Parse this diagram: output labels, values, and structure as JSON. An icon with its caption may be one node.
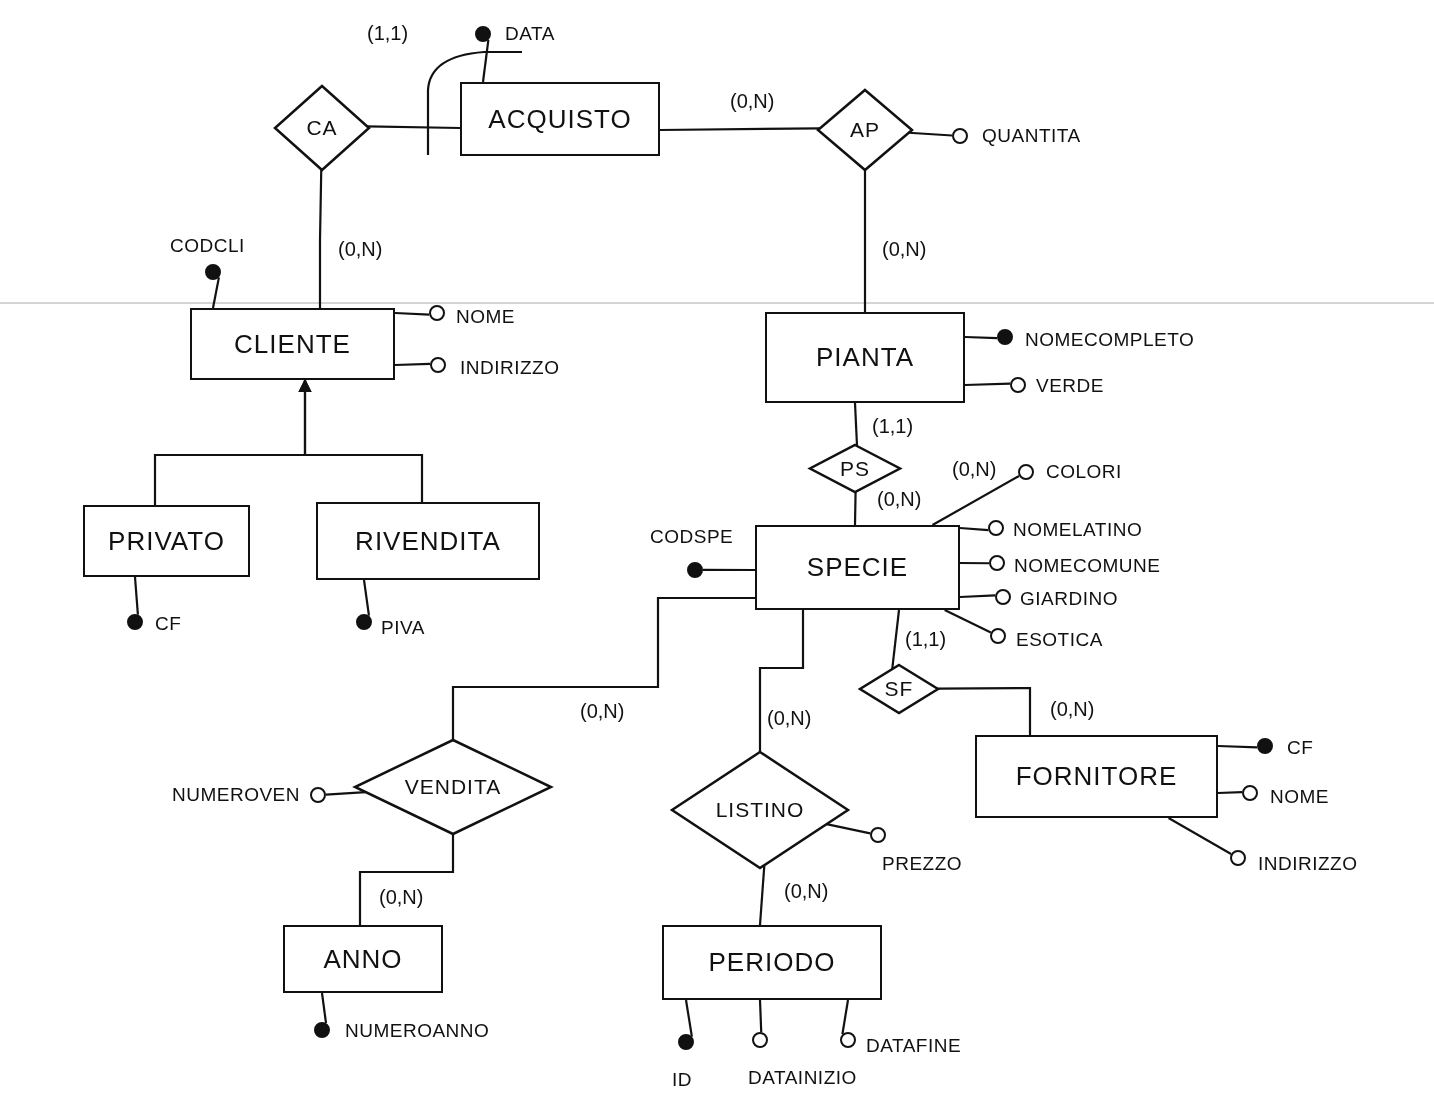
{
  "diagram": {
    "nodes": [
      {
        "text": [],
        "shape": "dot",
        "beside": [
          "DATA"
        ]
      },
      {
        "text": [
          "CA"
        ]
      },
      {
        "text": [
          "ACQUISTO"
        ]
      },
      {
        "text": [
          "AP"
        ]
      },
      {
        "text": [],
        "shape": "circle",
        "beside": [
          "QUANTITA"
        ]
      },
      {
        "text": [],
        "shape": "dot",
        "beside": [
          "CODCLI"
        ]
      },
      {
        "text": [
          "CLIENTE"
        ]
      },
      {
        "text": [],
        "shape": "circle",
        "beside": [
          "NOME"
        ]
      },
      {
        "text": [],
        "shape": "circle",
        "beside": [
          "INDIRIZZO"
        ]
      },
      {
        "text": [
          "PIANTA"
        ]
      },
      {
        "text": [],
        "shape": "dot",
        "beside": [
          "NOMECOMPLETO"
        ]
      },
      {
        "text": [],
        "shape": "circle",
        "beside": [
          "VERDE"
        ]
      },
      {
        "text": [
          "PS"
        ]
      },
      {
        "text": [],
        "shape": "circle",
        "beside": [
          "COLORI"
        ]
      },
      {
        "text": [
          "PRIVATO"
        ]
      },
      {
        "text": [
          "RIVENDITA"
        ]
      },
      {
        "text": [],
        "shape": "dot",
        "beside": [
          "CODSPE"
        ]
      },
      {
        "text": [
          "SPECIE"
        ]
      },
      {
        "text": [],
        "shape": "circle",
        "beside": [
          "NOMELATINO"
        ]
      },
      {
        "text": [],
        "shape": "circle",
        "beside": [
          "NOMECOMUNE"
        ]
      },
      {
        "text": [],
        "shape": "circle",
        "beside": [
          "GIARDINO"
        ]
      },
      {
        "text": [],
        "shape": "circle",
        "beside": [
          "ESOTICA"
        ]
      },
      {
        "text": [],
        "shape": "dot",
        "beside": [
          "CF"
        ]
      },
      {
        "text": [],
        "shape": "dot",
        "beside": [
          "PIVA"
        ]
      },
      {
        "text": [
          "SF"
        ]
      },
      {
        "text": [
          "VENDITA"
        ]
      },
      {
        "text": [
          "LISTINO"
        ]
      },
      {
        "text": [
          "FORNITORE"
        ]
      },
      {
        "text": [],
        "shape": "dot",
        "beside": [
          "CF"
        ]
      },
      {
        "text": [],
        "shape": "circle",
        "beside": [
          "NOME"
        ]
      },
      {
        "text": [],
        "shape": "circle",
        "beside": [
          "NUMEROVEN"
        ]
      },
      {
        "text": [],
        "shape": "circle",
        "beside": [
          "PREZZO"
        ]
      },
      {
        "text": [],
        "shape": "circle",
        "beside": [
          "INDIRIZZO"
        ]
      },
      {
        "text": [
          "ANNO"
        ]
      },
      {
        "text": [
          "PERIODO"
        ]
      },
      {
        "text": [],
        "shape": "dot",
        "beside": [
          "NUMEROANNO"
        ]
      },
      {
        "text": [],
        "shape": "dot",
        "beside": [
          "ID"
        ]
      },
      {
        "text": [],
        "shape": "circle",
        "beside": [
          "DATAINIZIO"
        ]
      },
      {
        "text": [],
        "shape": "circle",
        "beside": [
          "DATAFINE"
        ]
      }
    ],
    "edges": [
      {
        "from": 1,
        "to": 2,
        "arrow": "none",
        "label": "(1,1)"
      },
      {
        "from": 2,
        "to": 3,
        "arrow": "none",
        "label": "(0,N)"
      },
      {
        "from": 1,
        "to": 6,
        "arrow": "none",
        "label": "(0,N)"
      },
      {
        "from": 3,
        "to": 9,
        "arrow": "none",
        "label": "(0,N)"
      },
      {
        "from": 9,
        "to": 12,
        "arrow": "none",
        "label": "(1,1)"
      },
      {
        "from": 12,
        "to": 17,
        "arrow": "none",
        "label": "(0,N)"
      },
      {
        "from": 17,
        "to": 24,
        "arrow": "none",
        "label": "(1,1)"
      },
      {
        "from": 24,
        "to": 27,
        "arrow": "none",
        "label": "(0,N)"
      },
      {
        "from": 17,
        "to": 25,
        "arrow": "none",
        "label": "(0,N)"
      },
      {
        "from": 17,
        "to": 26,
        "arrow": "none",
        "label": "(0,N)"
      },
      {
        "from": 25,
        "to": 33,
        "arrow": "none",
        "label": "(0,N)"
      },
      {
        "from": 26,
        "to": 34,
        "arrow": "none",
        "label": "(0,N)"
      },
      {
        "from": 14,
        "to": 6,
        "arrow": "to"
      },
      {
        "from": 15,
        "to": 6,
        "arrow": "to"
      },
      {
        "from": 2,
        "to": 0,
        "arrow": "none"
      },
      {
        "from": 3,
        "to": 4,
        "arrow": "none"
      },
      {
        "from": 6,
        "to": 5,
        "arrow": "none"
      },
      {
        "from": 6,
        "to": 7,
        "arrow": "none"
      },
      {
        "from": 6,
        "to": 8,
        "arrow": "none"
      },
      {
        "from": 9,
        "to": 10,
        "arrow": "none"
      },
      {
        "from": 9,
        "to": 11,
        "arrow": "none"
      },
      {
        "from": 17,
        "to": 13,
        "arrow": "none",
        "label": "(0,N)"
      },
      {
        "from": 17,
        "to": 16,
        "arrow": "none"
      },
      {
        "from": 17,
        "to": 18,
        "arrow": "none"
      },
      {
        "from": 17,
        "to": 19,
        "arrow": "none"
      },
      {
        "from": 17,
        "to": 20,
        "arrow": "none"
      },
      {
        "from": 17,
        "to": 21,
        "arrow": "none"
      },
      {
        "from": 14,
        "to": 22,
        "arrow": "none"
      },
      {
        "from": 15,
        "to": 23,
        "arrow": "none"
      },
      {
        "from": 25,
        "to": 30,
        "arrow": "none"
      },
      {
        "from": 33,
        "to": 35,
        "arrow": "none"
      },
      {
        "from": 26,
        "to": 31,
        "arrow": "none"
      },
      {
        "from": 27,
        "to": 28,
        "arrow": "none"
      },
      {
        "from": 27,
        "to": 29,
        "arrow": "none"
      },
      {
        "from": 27,
        "to": 32,
        "arrow": "none"
      },
      {
        "from": 34,
        "to": 36,
        "arrow": "none"
      },
      {
        "from": 34,
        "to": 37,
        "arrow": "none"
      },
      {
        "from": 34,
        "to": 38,
        "arrow": "none"
      }
    ]
  }
}
